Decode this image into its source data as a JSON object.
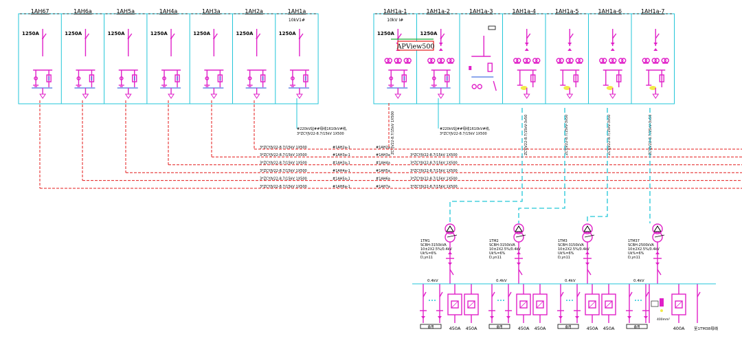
{
  "colors": {
    "panel_line": "#21c6d8",
    "equipment": "#e020c8",
    "cable_red": "#e41b1b",
    "cable_cyan": "#21c6d8",
    "watermark_border": "#e41b1b",
    "bus_green": "#1faa34"
  },
  "left_panels": [
    {
      "id": "1AH67",
      "breaker": "1250A",
      "sub": ""
    },
    {
      "id": "1AH6a",
      "breaker": "1250A",
      "sub": ""
    },
    {
      "id": "1AH5a",
      "breaker": "1250A",
      "sub": ""
    },
    {
      "id": "1AH4a",
      "breaker": "1250A",
      "sub": ""
    },
    {
      "id": "1AH3a",
      "breaker": "1250A",
      "sub": ""
    },
    {
      "id": "1AH2a",
      "breaker": "1250A",
      "sub": ""
    },
    {
      "id": "1AH1a",
      "breaker": "1250A",
      "sub": "10kV1#"
    }
  ],
  "right_panels": [
    {
      "id": "1AH1a-1",
      "breaker": "1250A",
      "sub": "10kV I#"
    },
    {
      "id": "1AH1a-2",
      "breaker": "1250A",
      "sub": ""
    },
    {
      "id": "1AH1a-3",
      "breaker": "",
      "sub": ""
    },
    {
      "id": "1AH1a-4",
      "breaker": "",
      "sub": ""
    },
    {
      "id": "1AH1a-5",
      "breaker": "",
      "sub": ""
    },
    {
      "id": "1AH1a-6",
      "breaker": "",
      "sub": ""
    },
    {
      "id": "1AH1a-7",
      "breaker": "",
      "sub": ""
    }
  ],
  "watermark": "APView500",
  "incoming_cable_notes": [
    {
      "line1": "#220kV站##母线1610kV#线,",
      "line2": "3*ZCYJV22-8.7/15kV 1X500"
    },
    {
      "line1": "#220kV站##母线1610kV#线,",
      "line2": "3*ZCYJV22-8.7/15kV 1X500"
    }
  ],
  "vertical_cable_main": "ZCYJV22-8.7/15kV 1X500",
  "vertical_cables": [
    "ZCYJV22-8.7/15kV-3x50",
    "ZCYJV22-8.7/15kV-3x50",
    "ZCYJV22-8.7/15kV-3x50",
    "ZCYJV22-8.7/15kV-3x50"
  ],
  "cable_rows": [
    {
      "cable": "3*ZCYJV22-8.7/15kV 1X500",
      "from": "#1AH2a-1",
      "to": "#1AH2a",
      "dest": ""
    },
    {
      "cable": "3*ZCYJV22-8.7/15kV 1X500",
      "from": "#1AH3a-1",
      "to": "#1AH3a",
      "dest": "3*ZCYJV22-8.7/15kV 1X500"
    },
    {
      "cable": "3*ZCYJV22-8.7/15kV 1X500",
      "from": "#1AH3a-1",
      "to": "#1AH4a",
      "dest": "3*ZCYJV22-8.7/15kV 1X500"
    },
    {
      "cable": "3*ZCYJV22-8.7/15kV 1X500",
      "from": "#1AH4a-1",
      "to": "#1AH5a",
      "dest": "3*ZCYJV22-8.7/15kV 1X500"
    },
    {
      "cable": "3*ZCYJV22-8.7/15kV 1X500",
      "from": "#1AH5a-1",
      "to": "#1AH6a",
      "dest": "3*ZCYJV22-8.7/15kV 1X500"
    },
    {
      "cable": "3*ZCYJV22-8.7/15kV 1X500",
      "from": "#1AH6a-1",
      "to": "#1AH7a",
      "dest": "3*ZCYJV22-8.7/15kV 1X500"
    }
  ],
  "transformers": [
    {
      "id": "1TM1",
      "model": "SCBH-3150kVA",
      "ratio": "10±2X2.5%/0.4kV",
      "uk": "Uk%=6%",
      "group": "D,yn11"
    },
    {
      "id": "1TM2",
      "model": "SCBH-3150kVA",
      "ratio": "10±2X2.5%/0.4kV",
      "uk": "Uk%=6%",
      "group": "D,yn11"
    },
    {
      "id": "1TM3",
      "model": "SCBH-3150kVA",
      "ratio": "10±2X2.5%/0.4kV",
      "uk": "Uk%=6%",
      "group": "D,yn11"
    },
    {
      "id": "1TM37",
      "model": "SCBH-2500kVA",
      "ratio": "10±2X2.5%/0.4kV",
      "uk": "Uk%=6%",
      "group": "D,yn11"
    }
  ],
  "lv_groups": [
    {
      "bus": "0.4kV",
      "box": "备用",
      "ratings": [
        "450A",
        "450A"
      ]
    },
    {
      "bus": "0.4kV",
      "box": "备用",
      "ratings": [
        "450A",
        "450A"
      ]
    },
    {
      "bus": "0.4kV",
      "box": "备用",
      "ratings": [
        "450A",
        "450A"
      ]
    },
    {
      "bus": "0.4kV",
      "box": "备用",
      "ratings": [
        "400A"
      ]
    }
  ],
  "last_group_note": "至1TM38母线",
  "last_group_small": "400mm²"
}
